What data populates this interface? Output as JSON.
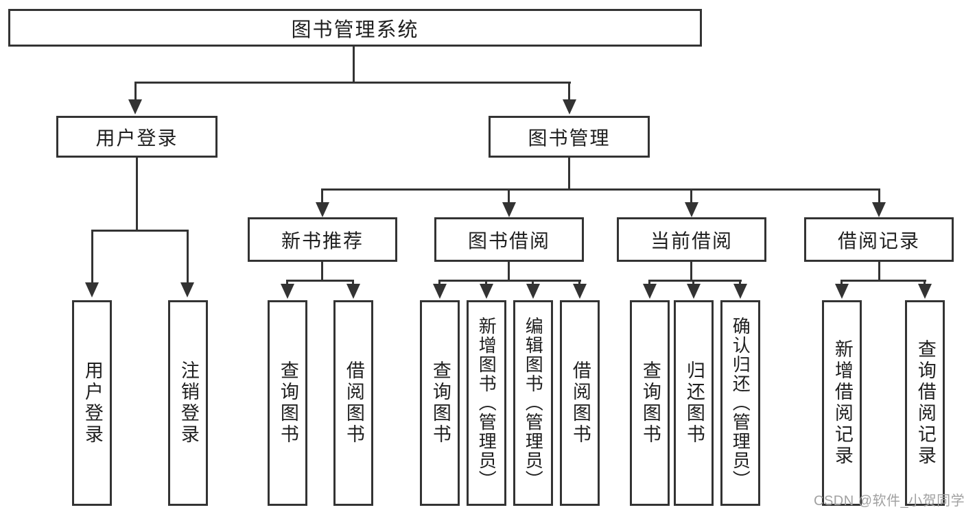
{
  "diagram": {
    "title_node": {
      "label": "图书管理系统"
    },
    "level2": {
      "user_login": {
        "label": "用户登录"
      },
      "book_management": {
        "label": "图书管理"
      }
    },
    "level3": {
      "new_book_recommend": {
        "label": "新书推荐"
      },
      "book_borrow": {
        "label": "图书借阅"
      },
      "current_borrow": {
        "label": "当前借阅"
      },
      "borrow_records": {
        "label": "借阅记录"
      }
    },
    "leaves": {
      "user_login_leaf": {
        "label": "用户登录"
      },
      "logout": {
        "label": "注销登录"
      },
      "nbr_query_books": {
        "label": "查询图书"
      },
      "nbr_borrow_books": {
        "label": "借阅图书"
      },
      "bb_query_books": {
        "label": "查询图书"
      },
      "bb_add_books_admin": {
        "label": "新增图书（管理员）"
      },
      "bb_edit_books_admin": {
        "label": "编辑图书（管理员）"
      },
      "bb_borrow_books": {
        "label": "借阅图书"
      },
      "cb_query_books": {
        "label": "查询图书"
      },
      "cb_return_books": {
        "label": "归还图书"
      },
      "cb_confirm_return_admin": {
        "label": "确认归还（管理员）"
      },
      "br_add_record": {
        "label": "新增借阅记录"
      },
      "br_query_record": {
        "label": "查询借阅记录"
      }
    }
  },
  "watermark": {
    "text": "CSDN @软件_小贺同学"
  },
  "colors": {
    "line": "#333333",
    "text": "#1e1e1e",
    "watermark": "#a1a1a1",
    "background": "#ffffff"
  }
}
